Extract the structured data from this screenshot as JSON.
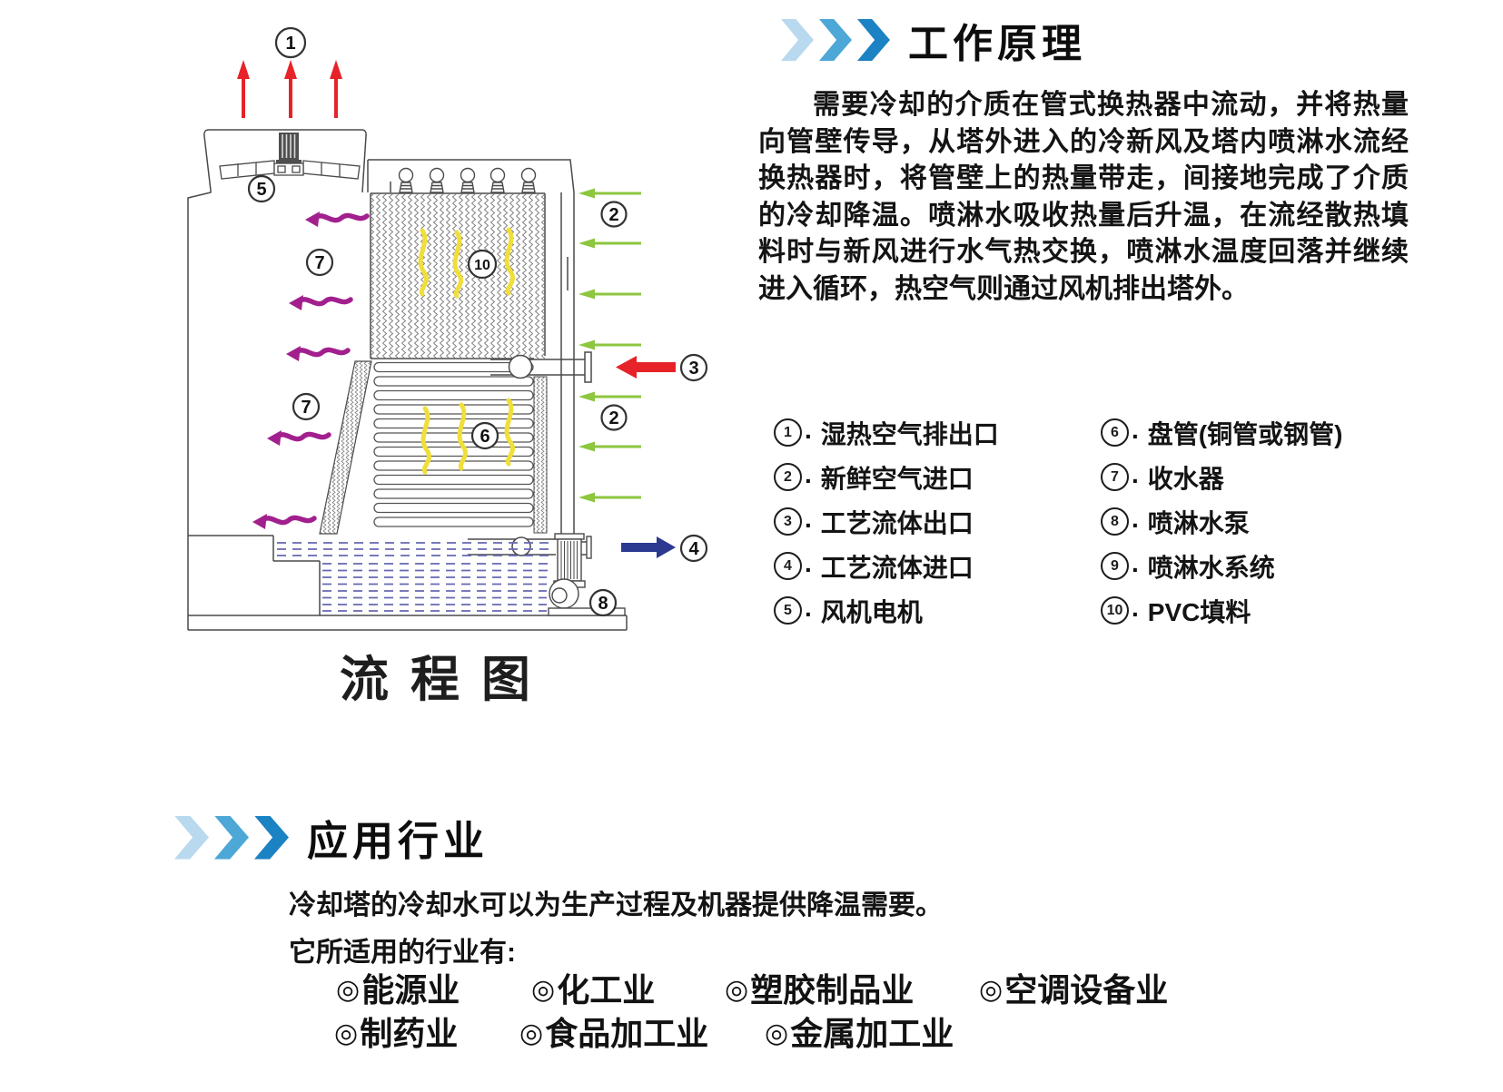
{
  "colors": {
    "chev_light": "#b8d9ee",
    "chev_mid": "#4da7d7",
    "chev_dark": "#1b82c4",
    "arrow_red": "#e62328",
    "arrow_green": "#8dc63f",
    "arrow_purple": "#a2208e",
    "arrow_navy": "#2b3990",
    "squiggle_yellow": "#f0df3a",
    "water_blue": "#6668b0"
  },
  "principle": {
    "title": "工作原理",
    "paragraph": "需要冷却的介质在管式换热器中流动，并将热量向管壁传导，从塔外进入的冷新风及塔内喷淋水流经换热器时，将管壁上的热量带走，间接地完成了介质的冷却降温。喷淋水吸收热量后升温，在流经散热填料时与新风进行水气热交换，喷淋水温度回落并继续进入循环，热空气则通过风机排出塔外。",
    "legend": [
      {
        "num": "1",
        "label": "湿热空气排出口"
      },
      {
        "num": "2",
        "label": "新鲜空气进口"
      },
      {
        "num": "3",
        "label": "工艺流体出口"
      },
      {
        "num": "4",
        "label": "工艺流体进口"
      },
      {
        "num": "5",
        "label": "风机电机"
      },
      {
        "num": "6",
        "label": "盘管(铜管或钢管)"
      },
      {
        "num": "7",
        "label": "收水器"
      },
      {
        "num": "8",
        "label": "喷淋水泵"
      },
      {
        "num": "9",
        "label": "喷淋水系统"
      },
      {
        "num": "10",
        "label": "PVC填料"
      }
    ]
  },
  "diagram": {
    "caption": "流程图",
    "callouts": {
      "c1": "1",
      "c2": "2",
      "c3": "3",
      "c4": "4",
      "c5": "5",
      "c6": "6",
      "c7": "7",
      "c8": "8",
      "c10": "10"
    }
  },
  "applications": {
    "title": "应用行业",
    "intro1": "冷却塔的冷却水可以为生产过程及机器提供降温需要。",
    "intro2": "它所适用的行业有:",
    "bullet": "◎",
    "row1": [
      {
        "label": "能源业"
      },
      {
        "label": "化工业"
      },
      {
        "label": "塑胶制品业"
      },
      {
        "label": "空调设备业"
      }
    ],
    "row2": [
      {
        "label": "制药业"
      },
      {
        "label": "食品加工业"
      },
      {
        "label": "金属加工业"
      }
    ]
  }
}
